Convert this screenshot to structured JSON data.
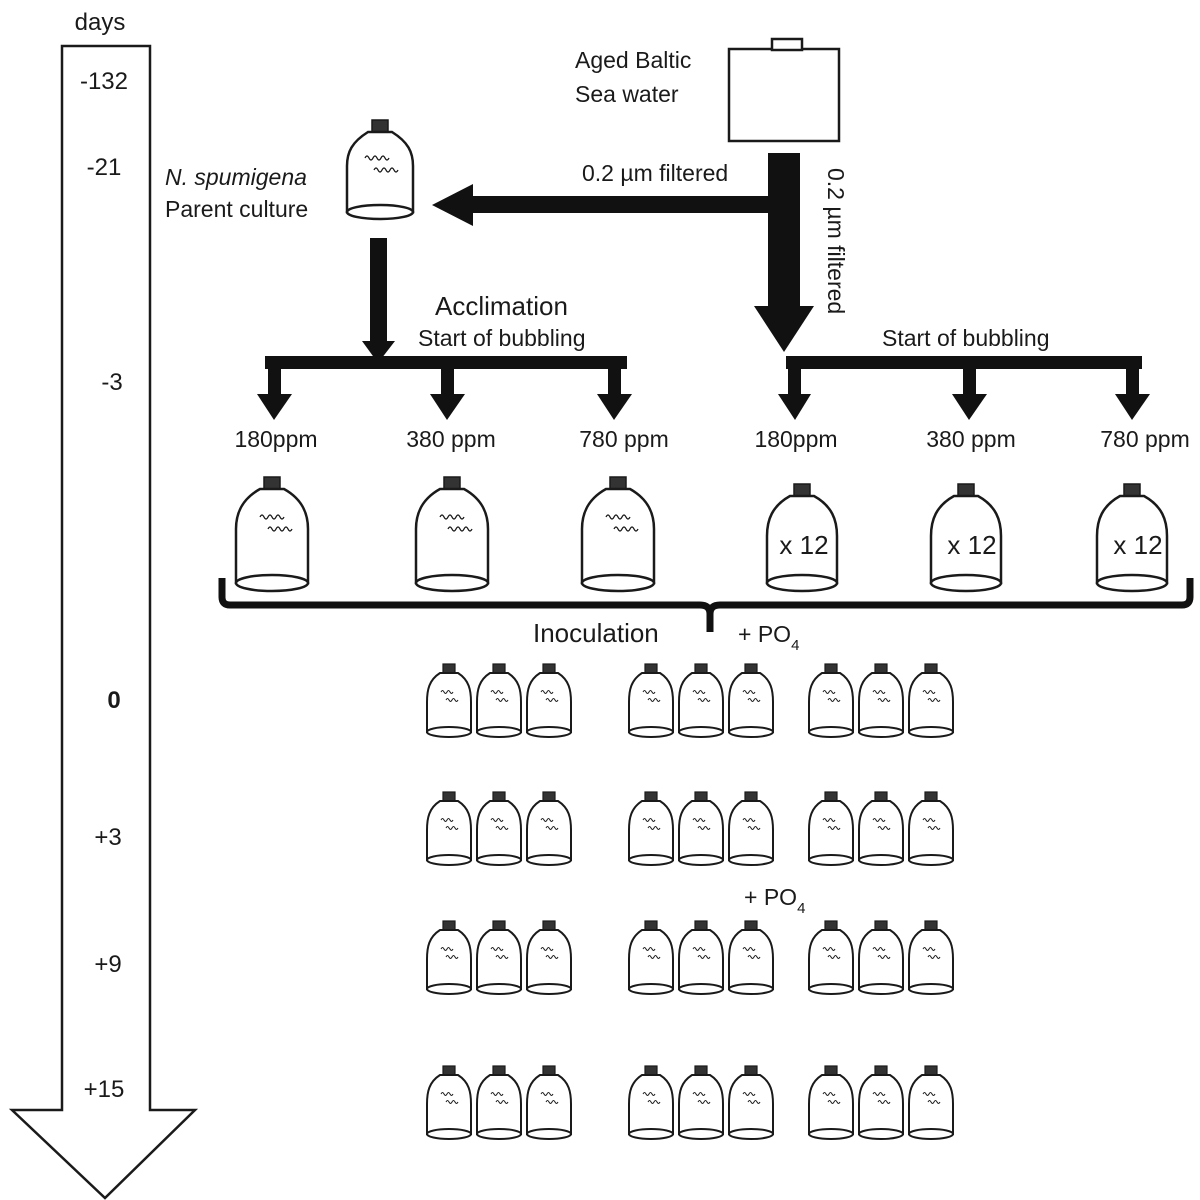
{
  "timeline": {
    "unit": "days",
    "days": [
      {
        "label": "-132",
        "bold": false
      },
      {
        "label": "-21",
        "bold": false
      },
      {
        "label": "-3",
        "bold": false
      },
      {
        "label": "0",
        "bold": true
      },
      {
        "label": "+3",
        "bold": false
      },
      {
        "label": "+9",
        "bold": false
      },
      {
        "label": "+15",
        "bold": false
      }
    ]
  },
  "source": {
    "line1": "Aged Baltic",
    "line2": "Sea water"
  },
  "parent_culture": {
    "species": "N. spumigena",
    "label": "Parent culture"
  },
  "filtered_horizontal": "0.2 µm filtered",
  "filtered_vertical": "0.2 µm filtered",
  "acclimation": "Acclimation",
  "bubbling_left": "Start of bubbling",
  "bubbling_right": "Start of bubbling",
  "left_treatments": [
    "180ppm",
    "380 ppm",
    "780 ppm"
  ],
  "right_treatments": [
    "180ppm",
    "380 ppm",
    "780 ppm"
  ],
  "replicate_label": "x 12",
  "inoculation": "Inoculation",
  "po4_plus": "+ PO",
  "po4_sub": "4",
  "colors": {
    "line": "#1a1a1a",
    "background": "#ffffff"
  }
}
